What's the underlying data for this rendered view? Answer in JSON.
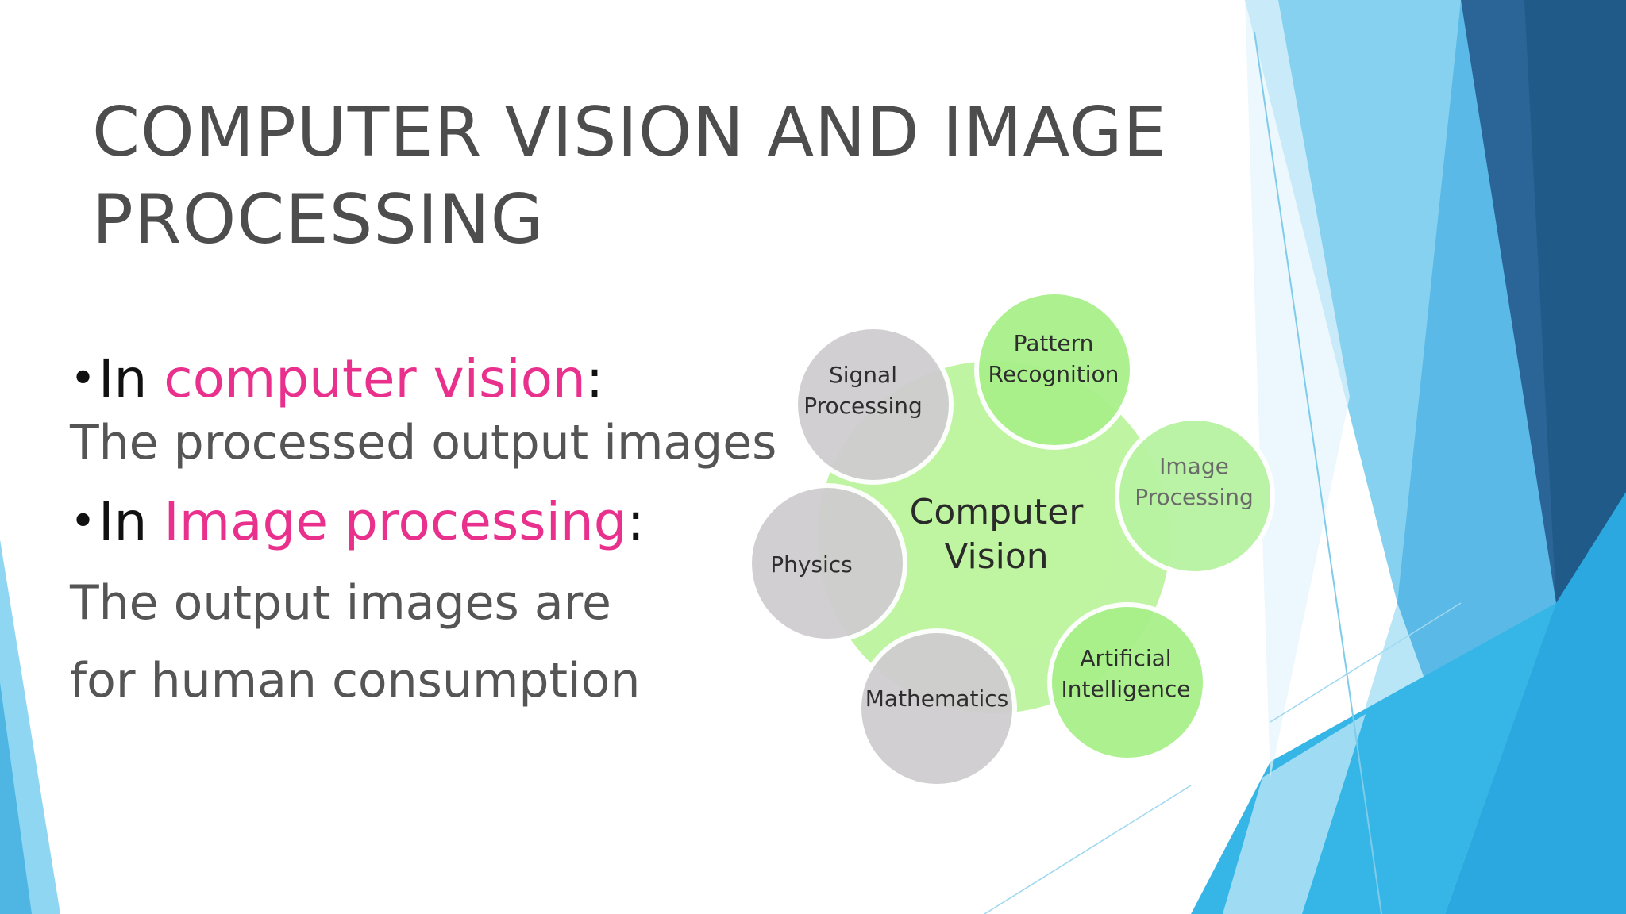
{
  "slide": {
    "title_line1": "COMPUTER VISION AND IMAGE",
    "title_line2": "PROCESSING"
  },
  "content": {
    "bullet1": {
      "prefix": "In ",
      "highlight": "computer vision",
      "suffix": ":"
    },
    "line1": "The processed output images",
    "bullet2": {
      "prefix": "In ",
      "highlight": "Image processing",
      "suffix": ":"
    },
    "line2": "The output images are",
    "line3": "for human consumption"
  },
  "diagram": {
    "center": {
      "line1": "Computer",
      "line2": "Vision"
    },
    "nodes": {
      "signal": {
        "line1": "Signal",
        "line2": "Processing"
      },
      "pattern": {
        "line1": "Pattern",
        "line2": "Recognition"
      },
      "image": {
        "line1": "Image",
        "line2": "Processing"
      },
      "ai": {
        "line1": "Artificial",
        "line2": "Intelligence"
      },
      "math": {
        "line1": "Mathematics"
      },
      "physics": {
        "line1": "Physics"
      }
    },
    "colors": {
      "center_fill": "#b2f28e",
      "green_node": "#a8f08a",
      "gray_node": "#cfcdcf",
      "node_stroke": "#ffffff"
    }
  },
  "colors": {
    "title": "#4d4d4d",
    "highlight": "#e8308c",
    "accent_blue_dark": "#2b6496",
    "accent_blue_mid": "#2aa8df",
    "accent_blue_light": "#8ed6f2"
  }
}
